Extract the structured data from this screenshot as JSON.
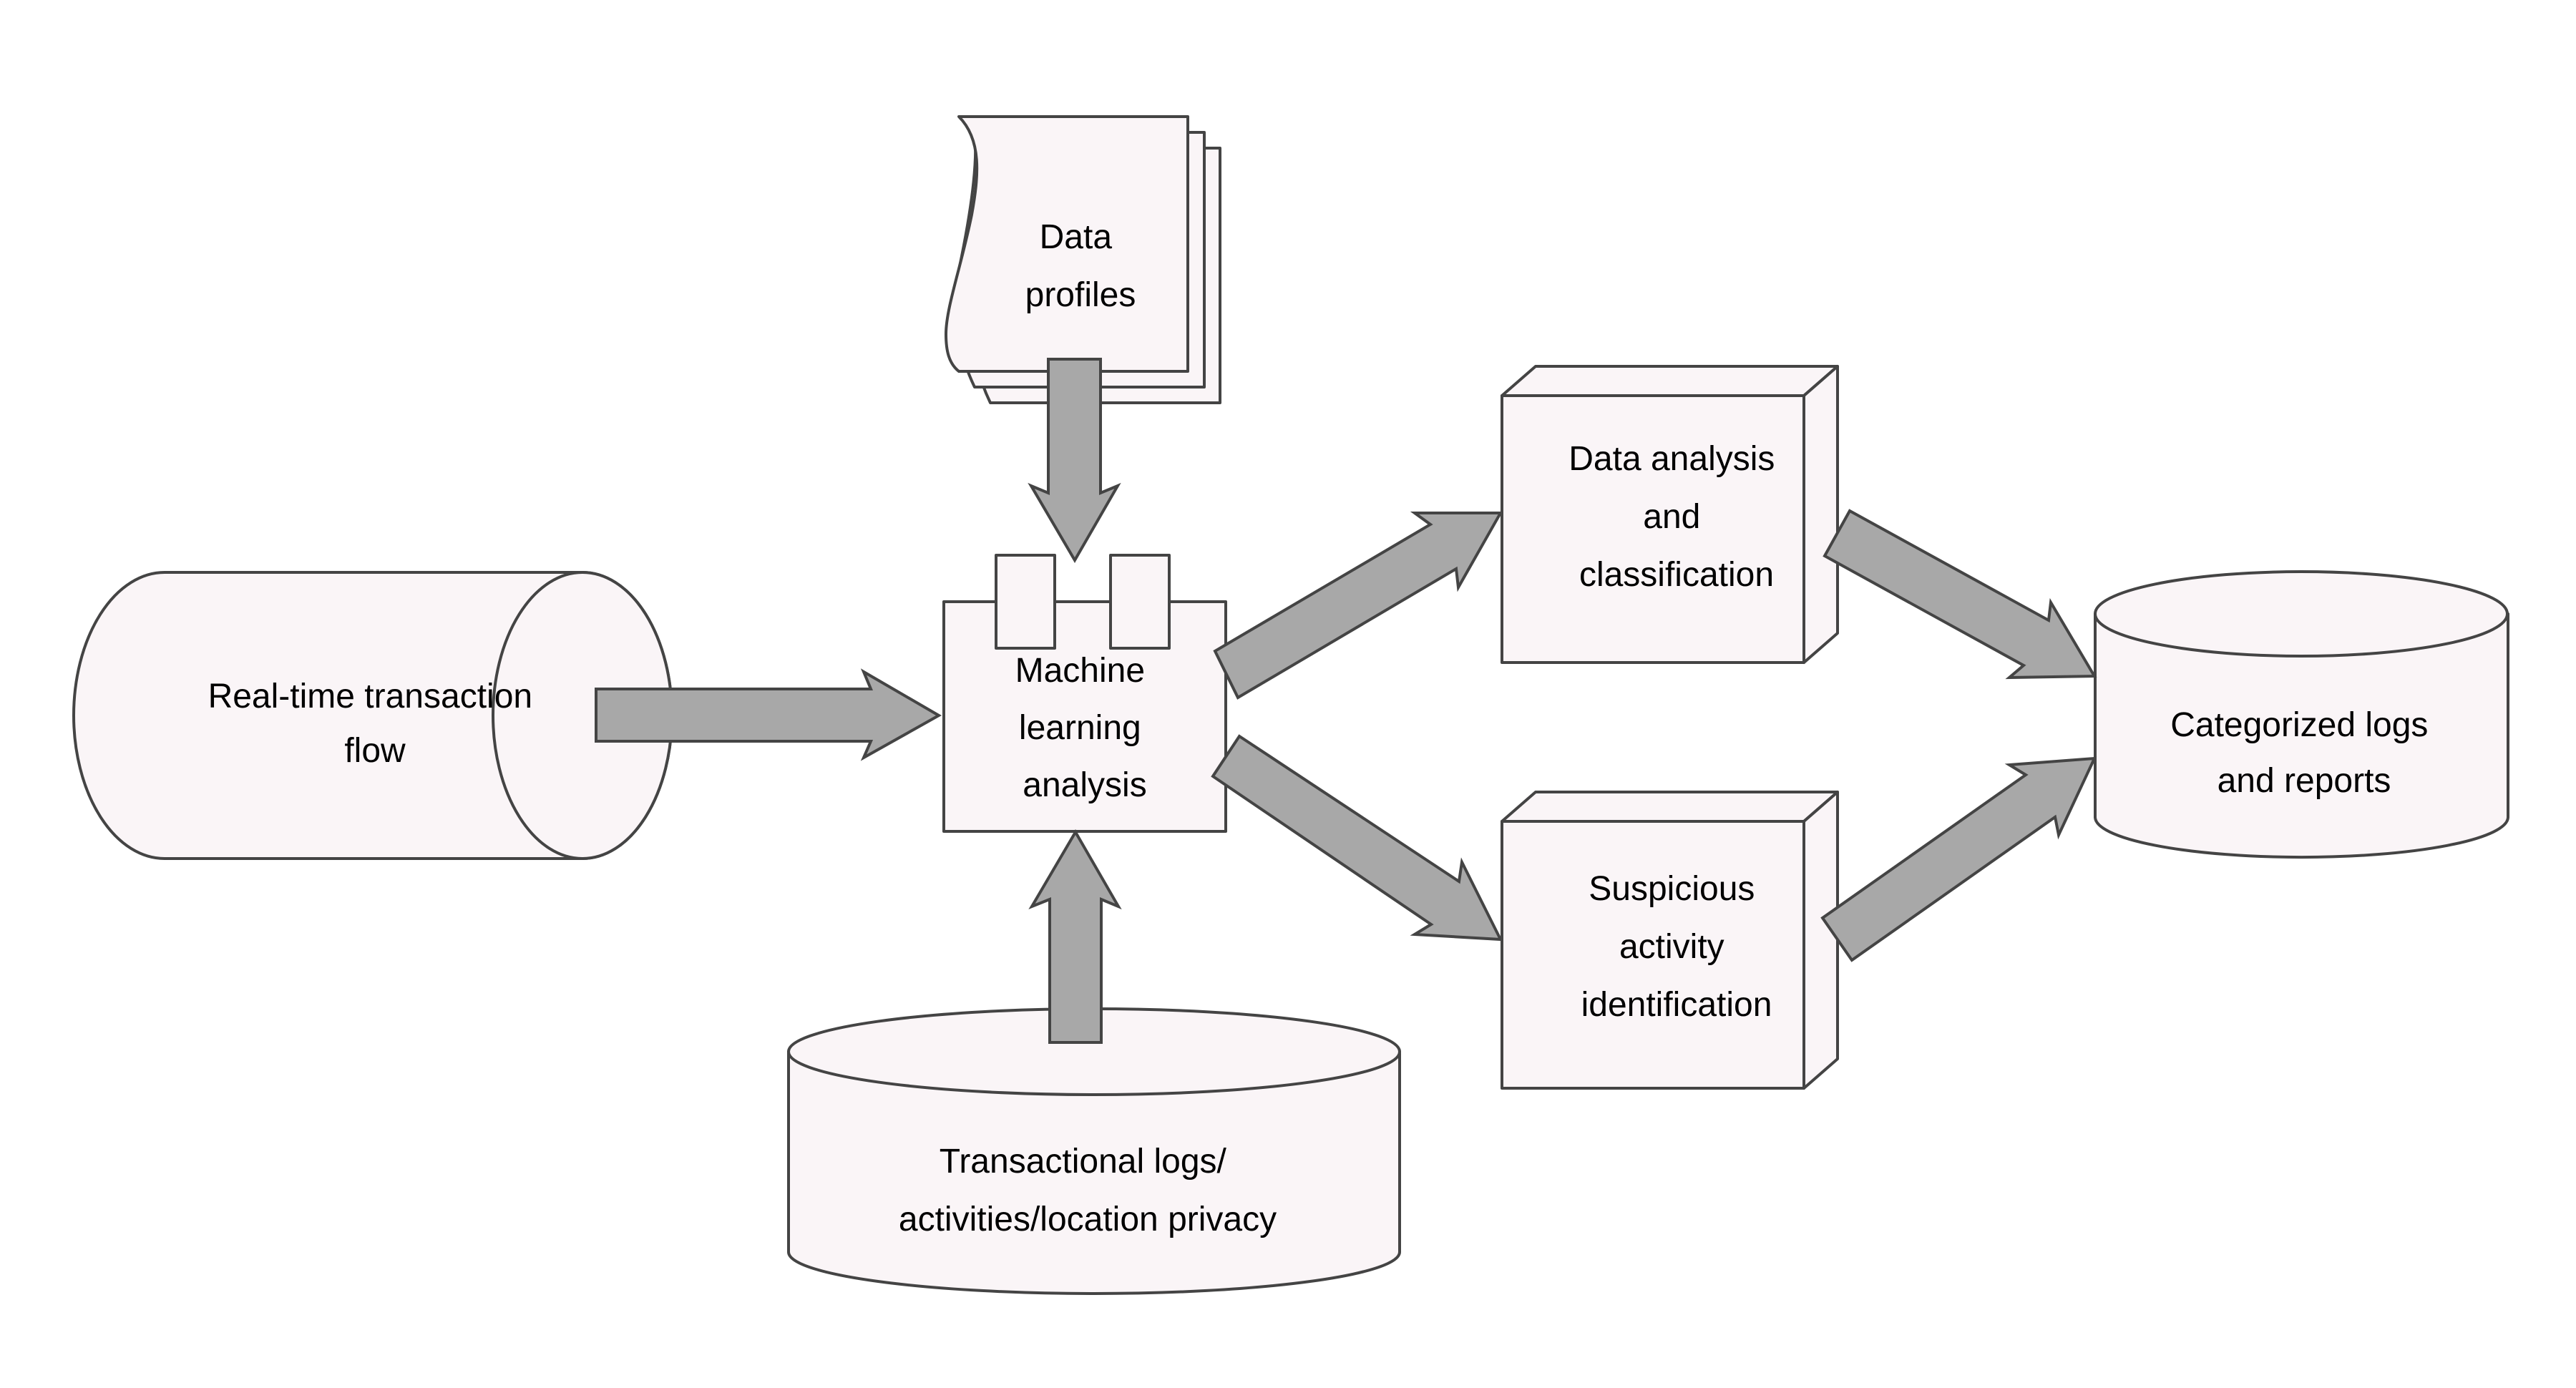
{
  "diagram": {
    "type": "flowchart",
    "colors": {
      "node_fill": "#faf5f7",
      "node_stroke": "#444444",
      "arrow_fill": "#a8a8a8",
      "text": "#000000",
      "background": "#ffffff"
    },
    "nodes": {
      "realtime": {
        "shape": "horizontal-cylinder",
        "lines": [
          "Real-time transaction",
          "flow"
        ]
      },
      "profiles": {
        "shape": "multi-document",
        "lines": [
          "Data",
          "profiles"
        ]
      },
      "ml": {
        "shape": "component",
        "lines": [
          "Machine",
          "learning",
          "analysis"
        ]
      },
      "txlogs": {
        "shape": "database-cylinder",
        "lines": [
          "Transactional logs/",
          "activities/location privacy"
        ]
      },
      "classify": {
        "shape": "3d-box",
        "lines": [
          "Data analysis",
          "and",
          "classification"
        ]
      },
      "suspicious": {
        "shape": "3d-box",
        "lines": [
          "Suspicious",
          "activity",
          "identification"
        ]
      },
      "reports": {
        "shape": "database-cylinder",
        "lines": [
          "Categorized logs",
          "and reports"
        ]
      }
    },
    "edges": [
      {
        "from": "realtime",
        "to": "ml"
      },
      {
        "from": "profiles",
        "to": "ml"
      },
      {
        "from": "txlogs",
        "to": "ml"
      },
      {
        "from": "ml",
        "to": "classify"
      },
      {
        "from": "ml",
        "to": "suspicious"
      },
      {
        "from": "classify",
        "to": "reports"
      },
      {
        "from": "suspicious",
        "to": "reports"
      }
    ]
  }
}
